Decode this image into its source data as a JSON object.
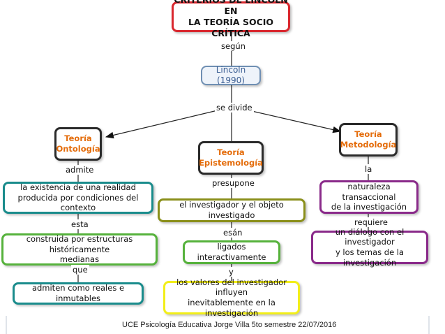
{
  "title": "CRITERIOS DE LINCOLN EN\nLA TEORÍA SOCIO CRÍTICA",
  "source": "Lincoln (1990)",
  "branches": {
    "ontologia": "Teoría\nOntología",
    "epistemologia": "Teoría\nEpistemología",
    "metodologia": "Teoría\nMetodología"
  },
  "nodes": {
    "ont1": "la existencia de una realidad\nproducida por condiciones del contexto",
    "ont2": "construida por estructuras históricamente\nmedianas",
    "ont3": "admiten como reales e inmutables",
    "epi1": "el investigador y el objeto investigado",
    "epi2": "ligados interactivamente",
    "epi3": "los valores del investigador influyen\ninevitablemente en la investigación",
    "met1": "naturaleza transaccional\nde la investigación",
    "met2": "un diálogo con el investigador\ny los temas de la investigación"
  },
  "links": {
    "segun": "según",
    "se_divide": "se divide",
    "admite": "admite",
    "esta": "esta",
    "que": "que",
    "presupone": "presupone",
    "esan": "esán",
    "y": "y",
    "la": "la",
    "requiere": "requiere"
  },
  "footer": "UCE Psicología Educativa Jorge Villa 5to semestre 22/07/2016"
}
